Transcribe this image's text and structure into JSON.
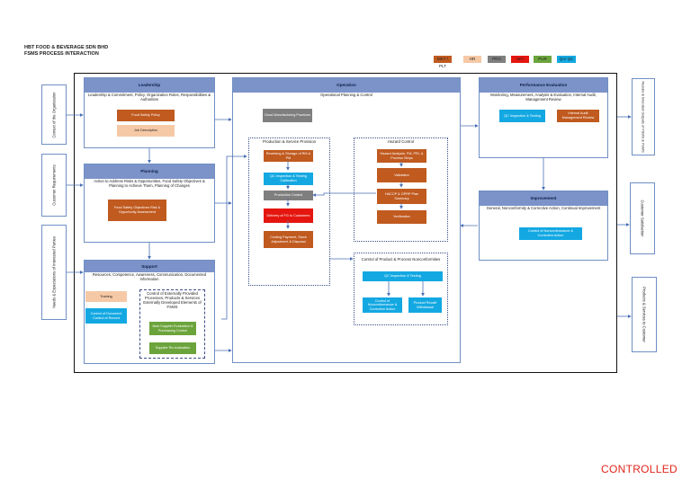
{
  "header": {
    "company": "HBT FOOD & BEVERAGE SDN BHD",
    "title": "FSMS PROCESS INTERACTION"
  },
  "legend": [
    {
      "label": "MKT / PLT",
      "color": "#c05a1f"
    },
    {
      "label": "HR",
      "color": "#f6c9a6"
    },
    {
      "label": "PRO",
      "color": "#7f7f7f"
    },
    {
      "label": "WH",
      "color": "#e4160f"
    },
    {
      "label": "PUR",
      "color": "#6ca43c"
    },
    {
      "label": "QA/ QC",
      "color": "#13a8e2"
    }
  ],
  "inputs": [
    "Context of the Organization",
    "Customer Requirements",
    "Needs & Expectations of Interested Parties"
  ],
  "outputs": [
    "Results & Intended Outputs of FSMS & FSMS",
    "Customer Satisfaction",
    "Products & Services to Customer"
  ],
  "leadership": {
    "title": "Leadership",
    "desc": "Leadership & Commitment, Policy, Organization Roles, Responsibilities & Authorities",
    "boxes": [
      "Food Safety Policy",
      "Job Description"
    ]
  },
  "planning": {
    "title": "Planning",
    "desc": "Action to Address Risks & Opportunities, Food Safety Objectives & Planning to Achieve Them, Planning of Changes",
    "boxes": [
      "Food Safety Objectives Risk & Opportunity Assessment"
    ]
  },
  "support": {
    "title": "Support",
    "desc": "Resources, Competence, Awareness, Communication, Documented Information",
    "boxes": [
      "Training",
      "Control of Document Control of Record"
    ],
    "external": {
      "title": "Control of Externally Provided Processes, Products & Services",
      "subtitle": "Externally Developed Elements of FSMS",
      "boxes": [
        "New Supplier Evaluation & Purchasing Control",
        "Supplier Re-evaluation"
      ]
    }
  },
  "operation": {
    "title": "Operation",
    "desc": "Operational Planning & Control",
    "gmp": "Good Manufacturing Practices",
    "production": {
      "title": "Production & Service Provision",
      "boxes": [
        "Receiving & Storage of RM & PM",
        "QC Inspection & Testing Calibration",
        "Production Control",
        "Delivery of FG to Customers",
        "Costing Payment, Stock Adjustment & Disposal"
      ]
    },
    "hazard": {
      "title": "Hazard Control",
      "boxes": [
        "Hazard Analysis, FM, PRI, & Process Steps",
        "Validation",
        "HACCP & OPRP Plan Summary",
        "Verification"
      ]
    },
    "nonconf": {
      "title": "Control of Product & Process Nonconformities",
      "boxes": [
        "QC Inspection & Testing",
        "Control of Nonconformance & Corrective Action",
        "Product Recall/ Withdrawal"
      ]
    }
  },
  "performance": {
    "title": "Performance Evaluation",
    "desc": "Monitoring, Measurement, Analysis & Evaluation, Internal Audit, Management Review",
    "boxes": [
      "QC Inspection & Testing",
      "Internal Audit Management Review"
    ]
  },
  "improvement": {
    "title": "Improvement",
    "desc": "General, Nonconformity & Corrective Action, Continual Improvement",
    "boxes": [
      "Control of Nonconformance & Corrective Action"
    ]
  },
  "footer": {
    "stamp": "CONTROLLED"
  }
}
